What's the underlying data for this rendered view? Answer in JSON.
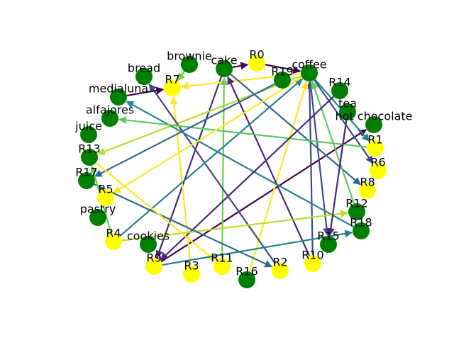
{
  "nodes": [
    {
      "id": "R0",
      "label": "R0",
      "kind": "rule"
    },
    {
      "id": "R1",
      "label": "R1",
      "kind": "rule"
    },
    {
      "id": "R2",
      "label": "R2",
      "kind": "rule"
    },
    {
      "id": "R3",
      "label": "R3",
      "kind": "rule"
    },
    {
      "id": "R4",
      "label": "R4",
      "kind": "rule"
    },
    {
      "id": "R5",
      "label": "R5",
      "kind": "rule"
    },
    {
      "id": "R6",
      "label": "R6",
      "kind": "rule"
    },
    {
      "id": "R7",
      "label": "R7",
      "kind": "rule"
    },
    {
      "id": "R8",
      "label": "R8",
      "kind": "rule"
    },
    {
      "id": "R9",
      "label": "R9",
      "kind": "rule"
    },
    {
      "id": "R10",
      "label": "R10",
      "kind": "rule"
    },
    {
      "id": "R11",
      "label": "R11",
      "kind": "rule"
    },
    {
      "id": "R12",
      "label": "R12",
      "kind": "item"
    },
    {
      "id": "R13",
      "label": "R13",
      "kind": "item"
    },
    {
      "id": "R14",
      "label": "R14",
      "kind": "item"
    },
    {
      "id": "R15",
      "label": "R15",
      "kind": "item"
    },
    {
      "id": "R16",
      "label": "R16",
      "kind": "item"
    },
    {
      "id": "R17",
      "label": "R17",
      "kind": "item"
    },
    {
      "id": "R18",
      "label": "R18",
      "kind": "item"
    },
    {
      "id": "R19",
      "label": "R19",
      "kind": "item"
    },
    {
      "id": "coffee",
      "label": "coffee",
      "kind": "item"
    },
    {
      "id": "cake",
      "label": "cake",
      "kind": "item"
    },
    {
      "id": "brownie",
      "label": "brownie",
      "kind": "item"
    },
    {
      "id": "bread",
      "label": "bread",
      "kind": "item"
    },
    {
      "id": "medialuna",
      "label": "medialuna",
      "kind": "item"
    },
    {
      "id": "alfajores",
      "label": "alfajores",
      "kind": "item"
    },
    {
      "id": "juice",
      "label": "juice",
      "kind": "item"
    },
    {
      "id": "pastry",
      "label": "pastry",
      "kind": "item"
    },
    {
      "id": "cookies",
      "label": "cookies",
      "kind": "item"
    },
    {
      "id": "tea",
      "label": "tea",
      "kind": "item"
    },
    {
      "id": "hot_chocolate",
      "label": "hot chocolate",
      "kind": "item"
    }
  ],
  "edges": [
    {
      "from": "R0",
      "to": "coffee",
      "color": "#440154"
    },
    {
      "from": "cake",
      "to": "R0",
      "color": "#440154"
    },
    {
      "from": "cake",
      "to": "R9",
      "color": "#482878"
    },
    {
      "from": "R9",
      "to": "hot_chocolate",
      "color": "#440154"
    },
    {
      "from": "coffee",
      "to": "R6",
      "color": "#3e4a89"
    },
    {
      "from": "coffee",
      "to": "R15",
      "color": "#3e4a89"
    },
    {
      "from": "coffee",
      "to": "R1",
      "color": "#26828e"
    },
    {
      "from": "R10",
      "to": "coffee",
      "color": "#3e4a89"
    },
    {
      "from": "coffee",
      "to": "R7",
      "color": "#fde725"
    },
    {
      "from": "coffee",
      "to": "R13",
      "color": "#b5de2b"
    },
    {
      "from": "R16",
      "to": "coffee",
      "color": "#fde725"
    },
    {
      "from": "R11",
      "to": "cake",
      "color": "#6ece58"
    },
    {
      "from": "R7",
      "to": "brownie",
      "color": "#fde725"
    },
    {
      "from": "R3",
      "to": "R7",
      "color": "#fde725"
    },
    {
      "from": "cake",
      "to": "R8",
      "color": "#31688e"
    },
    {
      "from": "R2",
      "to": "bread",
      "color": "#3e4a89"
    },
    {
      "from": "R10",
      "to": "cake",
      "color": "#482878"
    },
    {
      "from": "R4",
      "to": "coffee",
      "color": "#26828e"
    },
    {
      "from": "R12",
      "to": "coffee",
      "color": "#5ec962"
    },
    {
      "from": "R18",
      "to": "medialuna",
      "color": "#26828e"
    },
    {
      "from": "R1",
      "to": "alfajores",
      "color": "#5ec962"
    },
    {
      "from": "R19",
      "to": "R17",
      "color": "#31688e"
    },
    {
      "from": "coffee",
      "to": "R5",
      "color": "#fde725"
    },
    {
      "from": "R14",
      "to": "R9",
      "color": "#482878"
    },
    {
      "from": "R4",
      "to": "R12",
      "color": "#b5de2b"
    },
    {
      "from": "R17",
      "to": "R2",
      "color": "#31688e"
    },
    {
      "from": "R13",
      "to": "R11",
      "color": "#fde725"
    },
    {
      "from": "R9",
      "to": "R18",
      "color": "#26828e"
    },
    {
      "from": "R4",
      "to": "R13",
      "color": "#6ece58"
    },
    {
      "from": "tea",
      "to": "R15",
      "color": "#482878"
    },
    {
      "from": "medialuna",
      "to": "R7",
      "color": "#440154"
    },
    {
      "from": "brownie",
      "to": "R7",
      "color": "#6ece58"
    }
  ],
  "colors": {
    "rule_node": "#ffff00",
    "item_node": "#008000",
    "label": "#000000"
  }
}
